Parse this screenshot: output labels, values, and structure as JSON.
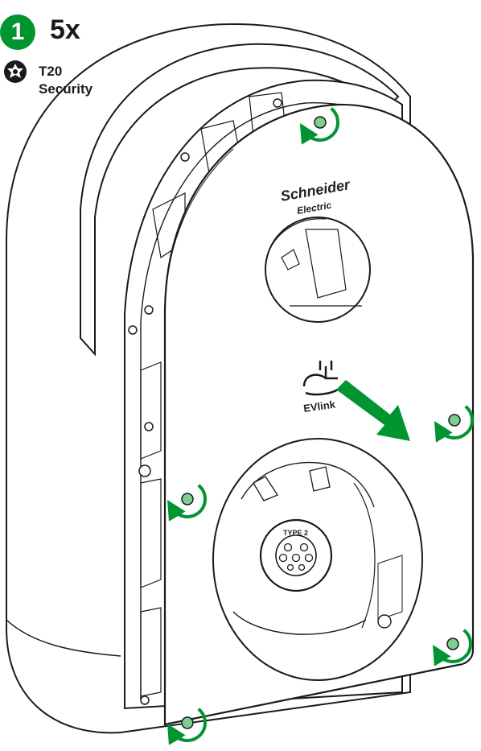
{
  "step": {
    "number": "1",
    "quantity": "5x"
  },
  "tool": {
    "line1": "T20",
    "line2": "Security",
    "icon": "torx-bit-icon"
  },
  "brand": {
    "line1": "Schneider",
    "line2": "Electric"
  },
  "product": {
    "name": "EVlink"
  },
  "socket": {
    "label": "TYPE 2"
  },
  "colors": {
    "accent": "#009530",
    "outline": "#1a1a1a",
    "screw": "#7ccf8e",
    "cover": "#ffffff"
  },
  "icons": [
    "step-number-badge",
    "torx-bit-icon",
    "rotation-arrow-icon",
    "remove-direction-arrow-icon",
    "screw-icon",
    "ev-plug-logo-icon"
  ]
}
